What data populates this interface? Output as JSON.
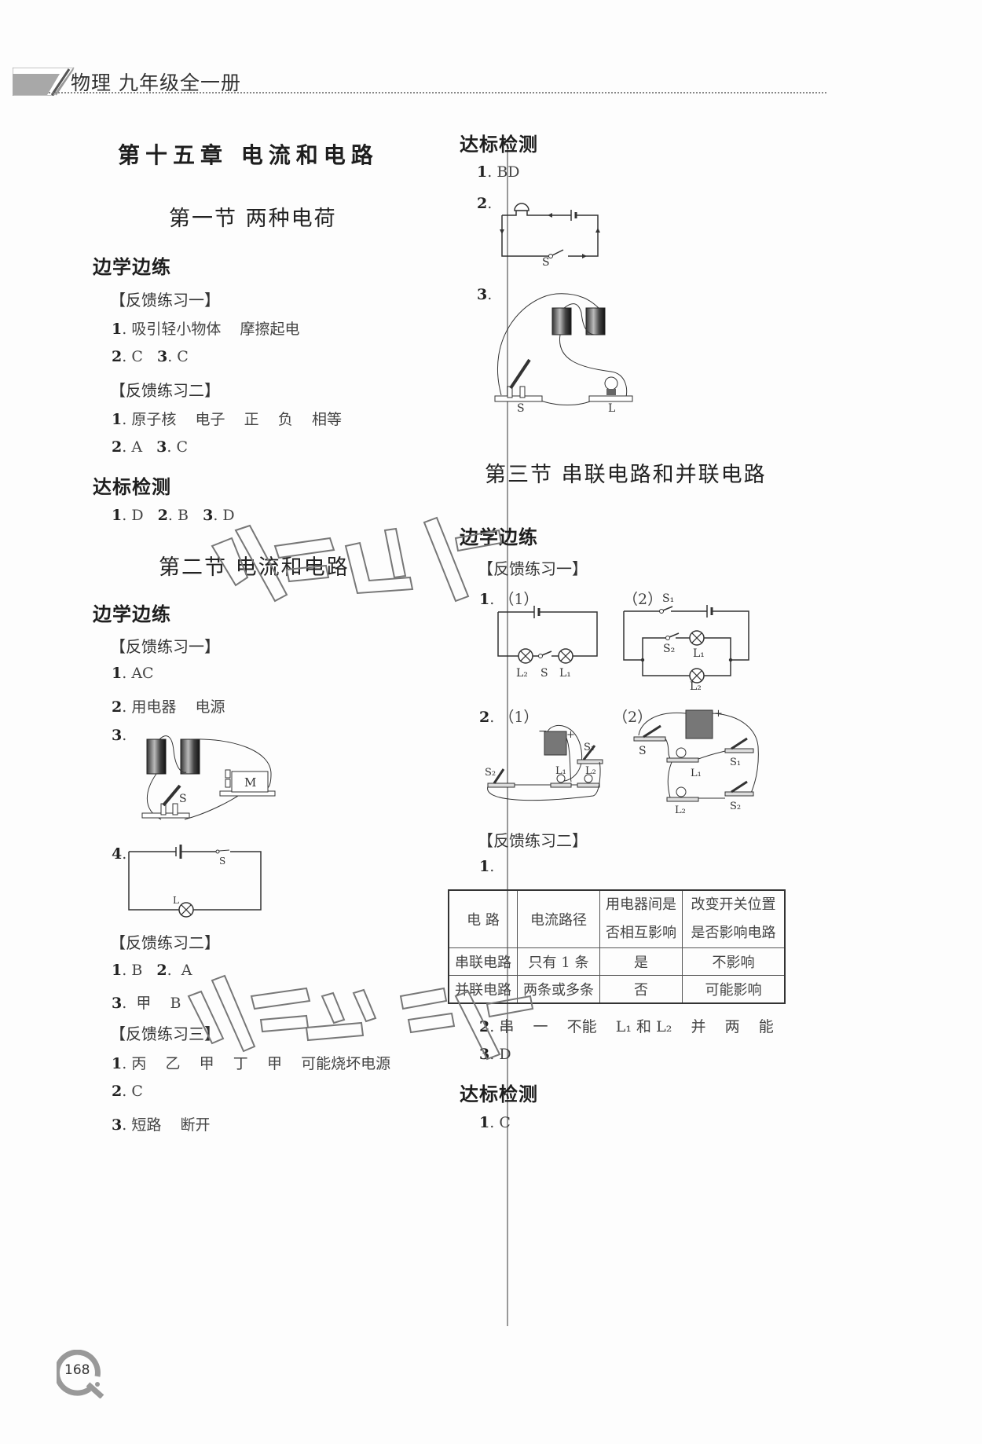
{
  "header": {
    "title": "物理  九年级全一册"
  },
  "chapter_title": "第十五章    电流和电路",
  "left_column": {
    "section1": {
      "title": "第一节    两种电荷",
      "bxbl_heading": "边学边练",
      "fk1_label": "【反馈练习一】",
      "fk1_items": [
        {
          "num": "1",
          "text": ". 吸引轻小物体    摩擦起电"
        },
        {
          "num": "2",
          "text": ". C   ",
          "num2": "3",
          "text2": ". C"
        }
      ],
      "fk2_label": "【反馈练习二】",
      "fk2_items": [
        {
          "num": "1",
          "text": ". 原子核    电子    正    负    相等"
        },
        {
          "num": "2",
          "text": ". A   ",
          "num2": "3",
          "text2": ". C"
        }
      ],
      "dbjc_heading": "达标检测",
      "dbjc_items": {
        "n1": "1",
        "a1": ". D   ",
        "n2": "2",
        "a2": ". B   ",
        "n3": "3",
        "a3": ". D"
      }
    },
    "section2": {
      "title": "第二节    电流和电路",
      "bxbl_heading": "边学边练",
      "fk1_label": "【反馈练习一】",
      "fk1_items": [
        {
          "num": "1",
          "text": ". AC"
        },
        {
          "num": "2",
          "text": ". 用电器    电源"
        },
        {
          "num": "3",
          "text": "."
        },
        {
          "num": "4",
          "text": "."
        }
      ],
      "diagram3_labels": {
        "switch": "S",
        "motor": "M"
      },
      "diagram4_labels": {
        "switch": "S",
        "lamp": "L"
      },
      "fk2_label": "【反馈练习二】",
      "fk2_items": [
        {
          "num": "1",
          "text": ". B   ",
          "num2": "2",
          "text2": ".  A"
        },
        {
          "num": "3",
          "text": ".  甲    B"
        }
      ],
      "fk3_label": "【反馈练习三】",
      "fk3_items": [
        {
          "num": "1",
          "text": ". 丙    乙    甲    丁    甲    可能烧坏电源"
        },
        {
          "num": "2",
          "text": ". C"
        },
        {
          "num": "3",
          "text": ". 短路    断开"
        }
      ]
    }
  },
  "right_column": {
    "section2_cont": {
      "dbjc_heading": "达标检测",
      "items": [
        {
          "num": "1",
          "text": ". BD"
        },
        {
          "num": "2",
          "text": "."
        },
        {
          "num": "3",
          "text": "."
        }
      ],
      "diagram2_labels": {
        "switch": "S"
      },
      "diagram3_labels": {
        "switch": "S",
        "lamp": "L"
      }
    },
    "section3": {
      "title": "第三节    串联电路和并联电路",
      "bxbl_heading": "边学边练",
      "fk1_label": "【反馈练习一】",
      "q1": {
        "num": "1",
        "text": ". （1）",
        "part2": "（2）"
      },
      "circuit1_labels": {
        "l2": "L₂",
        "s": "S",
        "l1": "L₁"
      },
      "circuit2_labels": {
        "s1": "S₁",
        "s2": "S₂",
        "l1": "L₁",
        "l2": "L₂"
      },
      "q2": {
        "num": "2",
        "text": ". （1）",
        "part2": "（2）"
      },
      "physical1_labels": {
        "s1": "S₁",
        "s2": "S₂",
        "l1": "L₁",
        "l2": "L₂",
        "minus": "−",
        "plus": "+"
      },
      "physical2_labels": {
        "s": "S",
        "s1": "S₁",
        "s2": "S₂",
        "l1": "L₁",
        "l2": "L₂",
        "plus": "+"
      },
      "fk2_label": "【反馈练习二】",
      "fk2_q1": {
        "num": "1",
        "text": "."
      },
      "table": {
        "headers": [
          "电    路",
          "电流路径",
          "用电器间是否相互影响",
          "改变开关位置是否影响电路"
        ],
        "header_lines": [
          [
            "电    路"
          ],
          [
            "电流路径"
          ],
          [
            "用电器间是",
            "否相互影响"
          ],
          [
            "改变开关位置",
            "是否影响电路"
          ]
        ],
        "rows": [
          [
            "串联电路",
            "只有 1 条",
            "是",
            "不影响"
          ],
          [
            "并联电路",
            "两条或多条",
            "否",
            "可能影响"
          ]
        ]
      },
      "fk2_q2": {
        "num": "2",
        "text": ". 串    一    不能    L₁ 和 L₂    并    两    能"
      },
      "fk2_q3": {
        "num": "3",
        "text": ". D"
      },
      "dbjc_heading": "达标检测",
      "dbjc_q1": {
        "num": "1",
        "text": ". C"
      }
    }
  },
  "footer": {
    "page_number": "168"
  },
  "watermark": "作业精灵"
}
